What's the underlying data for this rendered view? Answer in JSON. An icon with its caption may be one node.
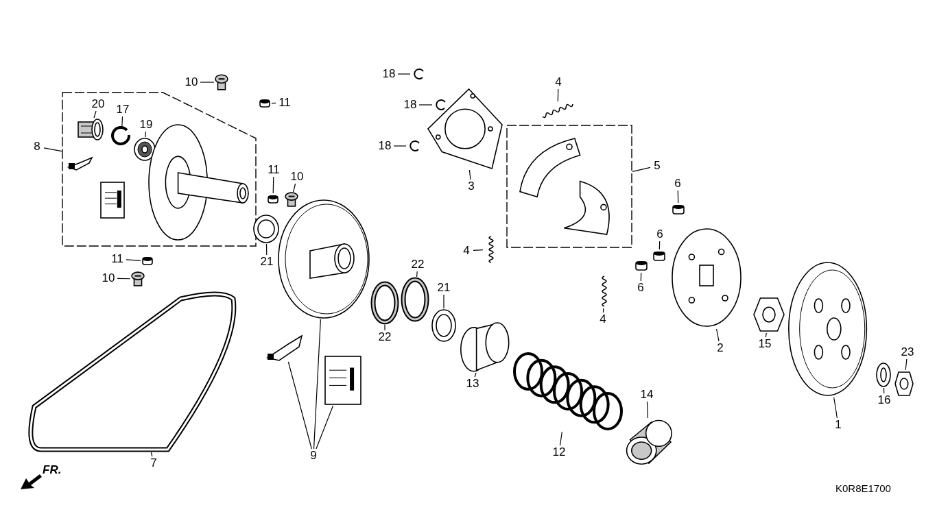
{
  "diagram": {
    "nodes": [
      {
        "text": [],
        "shape": "box"
      },
      {
        "text": [
          "20"
        ],
        "in": 0
      },
      {
        "text": [],
        "shape": "picture",
        "in": 0
      },
      {
        "text": [
          "17"
        ],
        "in": 0
      },
      {
        "text": [],
        "shape": "picture",
        "in": 0
      },
      {
        "text": [
          "19"
        ],
        "in": 0
      },
      {
        "text": [],
        "shape": "picture",
        "in": 0
      },
      {
        "text": [],
        "shape": "picture",
        "in": 0
      },
      {
        "text": [],
        "shape": "picture",
        "in": 0
      },
      {
        "text": [],
        "shape": "picture",
        "in": 0
      },
      {
        "text": [
          "8"
        ]
      },
      {
        "text": [
          "10"
        ]
      },
      {
        "text": [],
        "shape": "picture"
      },
      {
        "text": [
          "11"
        ]
      },
      {
        "text": [],
        "shape": "picture"
      },
      {
        "text": [
          "11"
        ]
      },
      {
        "text": [],
        "shape": "picture"
      },
      {
        "text": [
          "10"
        ]
      },
      {
        "text": [],
        "shape": "picture"
      },
      {
        "text": [
          "21"
        ]
      },
      {
        "text": [],
        "shape": "picture"
      },
      {
        "text": [
          "11"
        ]
      },
      {
        "text": [],
        "shape": "picture"
      },
      {
        "text": [
          "10"
        ]
      },
      {
        "text": [],
        "shape": "picture"
      },
      {
        "text": [],
        "shape": "picture"
      },
      {
        "text": [
          "7"
        ]
      },
      {
        "text": [],
        "shape": "picture"
      },
      {
        "text": [],
        "shape": "picture"
      },
      {
        "text": [],
        "shape": "picture"
      },
      {
        "text": [
          "9"
        ]
      },
      {
        "text": [
          "18"
        ]
      },
      {
        "text": [],
        "shape": "picture"
      },
      {
        "text": [
          "18"
        ]
      },
      {
        "text": [],
        "shape": "picture"
      },
      {
        "text": [
          "18"
        ]
      },
      {
        "text": [],
        "shape": "picture"
      },
      {
        "text": [],
        "shape": "picture"
      },
      {
        "text": [
          "3"
        ]
      },
      {
        "text": [
          "4"
        ]
      },
      {
        "text": [],
        "shape": "picture"
      },
      {
        "text": [],
        "shape": "box"
      },
      {
        "text": [],
        "shape": "picture",
        "in": 41
      },
      {
        "text": [
          "5"
        ]
      },
      {
        "text": [
          "4"
        ]
      },
      {
        "text": [],
        "shape": "picture"
      },
      {
        "text": [
          "6"
        ]
      },
      {
        "text": [],
        "shape": "picture"
      },
      {
        "text": [
          "6"
        ]
      },
      {
        "text": [],
        "shape": "picture"
      },
      {
        "text": [
          "6"
        ]
      },
      {
        "text": [],
        "shape": "picture"
      },
      {
        "text": [
          "4"
        ]
      },
      {
        "text": [],
        "shape": "picture"
      },
      {
        "text": [],
        "shape": "circle"
      },
      {
        "text": [
          "22"
        ]
      },
      {
        "text": [],
        "shape": "circle"
      },
      {
        "text": [
          "22"
        ]
      },
      {
        "text": [],
        "shape": "picture"
      },
      {
        "text": [
          "21"
        ]
      },
      {
        "text": [],
        "shape": "picture"
      },
      {
        "text": [
          "13"
        ]
      },
      {
        "text": [],
        "shape": "picture"
      },
      {
        "text": [
          "12"
        ]
      },
      {
        "text": [],
        "shape": "picture"
      },
      {
        "text": [
          "14"
        ]
      },
      {
        "text": [],
        "shape": "picture"
      },
      {
        "text": [
          "2"
        ]
      },
      {
        "text": [],
        "shape": "picture"
      },
      {
        "text": [
          "15"
        ]
      },
      {
        "text": [],
        "shape": "picture"
      },
      {
        "text": [
          "1"
        ]
      },
      {
        "text": [],
        "shape": "picture"
      },
      {
        "text": [
          "16"
        ]
      },
      {
        "text": [],
        "shape": "picture"
      },
      {
        "text": [
          "23"
        ]
      }
    ],
    "edges": [
      {
        "from": 1,
        "to": 2,
        "arrow": "none"
      },
      {
        "from": 3,
        "to": 4,
        "arrow": "none"
      },
      {
        "from": 5,
        "to": 6,
        "arrow": "none"
      },
      {
        "from": 10,
        "to": 0,
        "arrow": "none"
      },
      {
        "from": 11,
        "to": 12,
        "arrow": "none"
      },
      {
        "from": 13,
        "to": 14,
        "arrow": "none"
      },
      {
        "from": 15,
        "to": 16,
        "arrow": "none"
      },
      {
        "from": 17,
        "to": 18,
        "arrow": "none"
      },
      {
        "from": 19,
        "to": 20,
        "arrow": "none"
      },
      {
        "from": 21,
        "to": 22,
        "arrow": "none"
      },
      {
        "from": 23,
        "to": 24,
        "arrow": "none"
      },
      {
        "from": 26,
        "to": 25,
        "arrow": "none"
      },
      {
        "from": 30,
        "to": 27,
        "arrow": "none"
      },
      {
        "from": 30,
        "to": 28,
        "arrow": "none"
      },
      {
        "from": 30,
        "to": 29,
        "arrow": "none"
      },
      {
        "from": 31,
        "to": 32,
        "arrow": "none"
      },
      {
        "from": 33,
        "to": 34,
        "arrow": "none"
      },
      {
        "from": 35,
        "to": 36,
        "arrow": "none"
      },
      {
        "from": 38,
        "to": 37,
        "arrow": "none"
      },
      {
        "from": 39,
        "to": 40,
        "arrow": "none"
      },
      {
        "from": 43,
        "to": 41,
        "arrow": "none"
      },
      {
        "from": 44,
        "to": 45,
        "arrow": "none"
      },
      {
        "from": 46,
        "to": 47,
        "arrow": "none"
      },
      {
        "from": 48,
        "to": 49,
        "arrow": "none"
      },
      {
        "from": 50,
        "to": 51,
        "arrow": "none"
      },
      {
        "from": 52,
        "to": 53,
        "arrow": "none"
      },
      {
        "from": 55,
        "to": 56,
        "arrow": "none"
      },
      {
        "from": 57,
        "to": 54,
        "arrow": "none"
      },
      {
        "from": 59,
        "to": 58,
        "arrow": "none"
      },
      {
        "from": 61,
        "to": 60,
        "arrow": "none"
      },
      {
        "from": 63,
        "to": 62,
        "arrow": "none"
      },
      {
        "from": 65,
        "to": 64,
        "arrow": "none"
      },
      {
        "from": 67,
        "to": 66,
        "arrow": "none"
      },
      {
        "from": 69,
        "to": 68,
        "arrow": "none"
      },
      {
        "from": 71,
        "to": 70,
        "arrow": "none"
      },
      {
        "from": 73,
        "to": 72,
        "arrow": "none"
      },
      {
        "from": 75,
        "to": 74,
        "arrow": "none"
      }
    ],
    "labels": [
      "FR.",
      "K0R8E1700"
    ]
  }
}
